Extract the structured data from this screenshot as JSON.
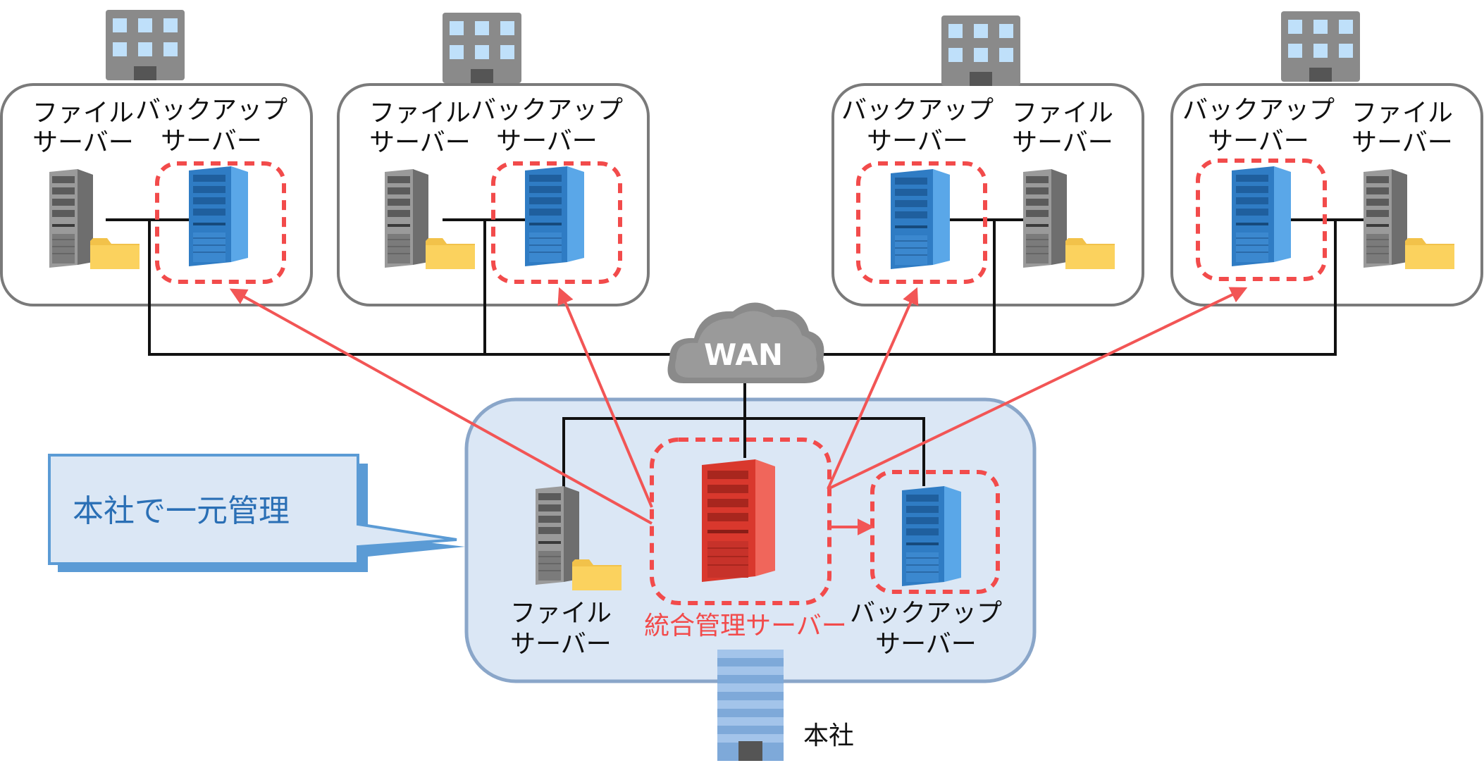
{
  "colors": {
    "site_border": "#7a7a7a",
    "hq_fill": "#dbe7f5",
    "hq_border": "#8aa6c9",
    "highlight": "#f24b4b",
    "line": "#111111",
    "arrow": "#f25555",
    "server_blue": "#3d8fd6",
    "server_red": "#e84a3e",
    "server_gray": "#8e8e8e",
    "folder": "#fbd25e",
    "cloud": "#8a8a8a",
    "callout_fill": "#dbe7f5",
    "callout_border": "#5b9bd5",
    "callout_text": "#2a6fb5",
    "mgmt_text": "#f24b4b"
  },
  "wan": {
    "label": "WAN"
  },
  "sites": [
    {
      "labels": {
        "file": [
          "ファイル",
          "サーバー"
        ],
        "backup": [
          "バックアップ",
          "サーバー"
        ]
      },
      "order": "file-backup"
    },
    {
      "labels": {
        "file": [
          "ファイル",
          "サーバー"
        ],
        "backup": [
          "バックアップ",
          "サーバー"
        ]
      },
      "order": "file-backup"
    },
    {
      "labels": {
        "file": [
          "ファイル",
          "サーバー"
        ],
        "backup": [
          "バックアップ",
          "サーバー"
        ]
      },
      "order": "backup-file"
    },
    {
      "labels": {
        "file": [
          "ファイル",
          "サーバー"
        ],
        "backup": [
          "バックアップ",
          "サーバー"
        ]
      },
      "order": "backup-file"
    }
  ],
  "hq": {
    "file_label": [
      "ファイル",
      "サーバー"
    ],
    "mgmt_label": "統合管理サーバー",
    "backup_label": [
      "バックアップ",
      "サーバー"
    ],
    "building_label": "本社"
  },
  "callout": {
    "text": "本社で一元管理"
  },
  "icons": {
    "building": "office-building-icon",
    "hq_building": "headquarters-building-icon",
    "file_server": "file-server-icon",
    "backup_server": "backup-server-icon",
    "mgmt_server": "management-server-icon",
    "folder": "folder-icon",
    "cloud": "wan-cloud-icon"
  }
}
